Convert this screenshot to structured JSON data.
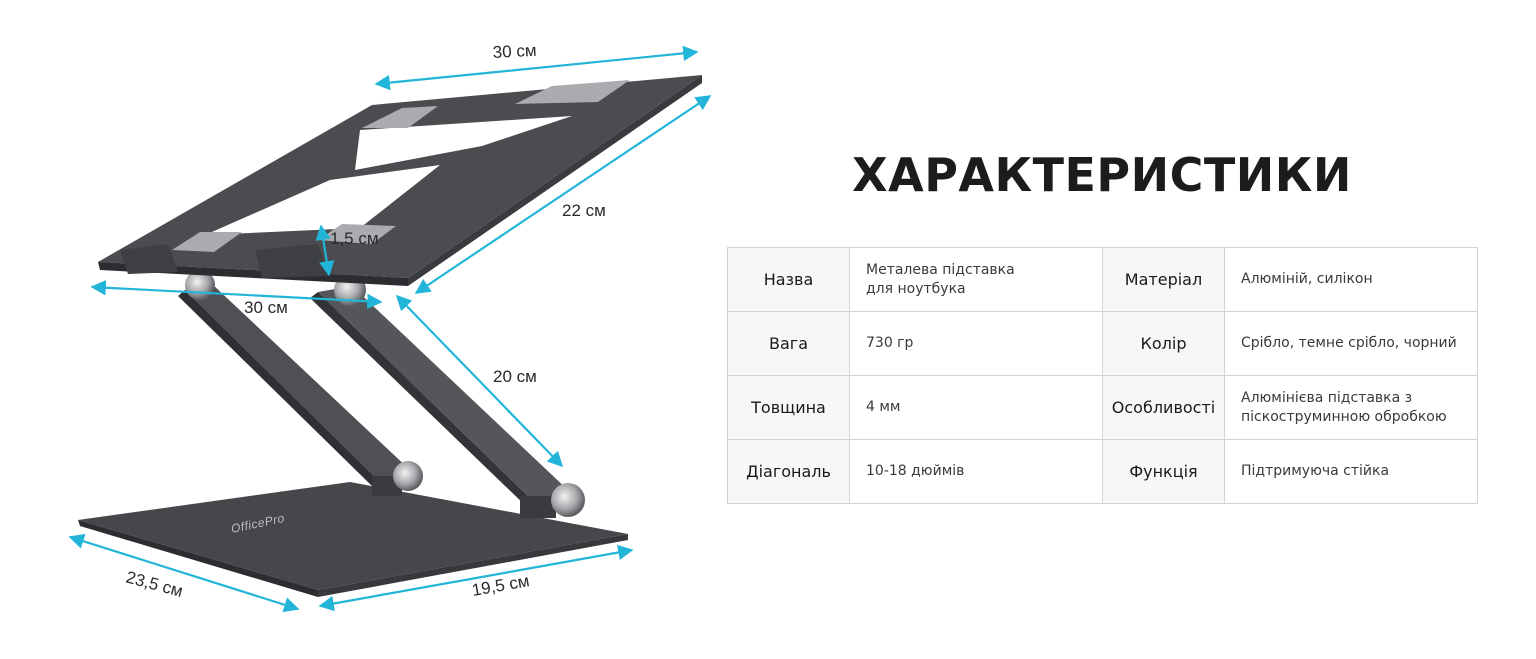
{
  "illustration": {
    "brand": "OfficePro",
    "dimensions": {
      "top_width": "30 см",
      "depth": "22 см",
      "lip_height": "1,5 см",
      "front_width": "30 см",
      "arm_length": "20 см",
      "base_depth": "23,5 см",
      "base_width": "19,5 см"
    },
    "colors": {
      "dimension_line": "#22b5d8",
      "metal": "#4b4c50",
      "metal_light": "#67686c",
      "pad": "#a9abaf"
    }
  },
  "title": "ХАРАКТЕРИСТИКИ",
  "specs": [
    [
      {
        "label": "Назва",
        "value": "Металева підставка\nдля ноутбука"
      },
      {
        "label": "Матеріал",
        "value": "Алюміній, силікон"
      }
    ],
    [
      {
        "label": "Вага",
        "value": "730 гр"
      },
      {
        "label": "Колір",
        "value": "Срібло, темне срібло, чорний"
      }
    ],
    [
      {
        "label": "Товщина",
        "value": "4 мм"
      },
      {
        "label": "Особливості",
        "value": "Алюмінієва підставка з\nпіскоструминною обробкою"
      }
    ],
    [
      {
        "label": "Діагональ",
        "value": "10-18 дюймів"
      },
      {
        "label": "Функція",
        "value": "Підтримуюча стійка"
      }
    ]
  ]
}
